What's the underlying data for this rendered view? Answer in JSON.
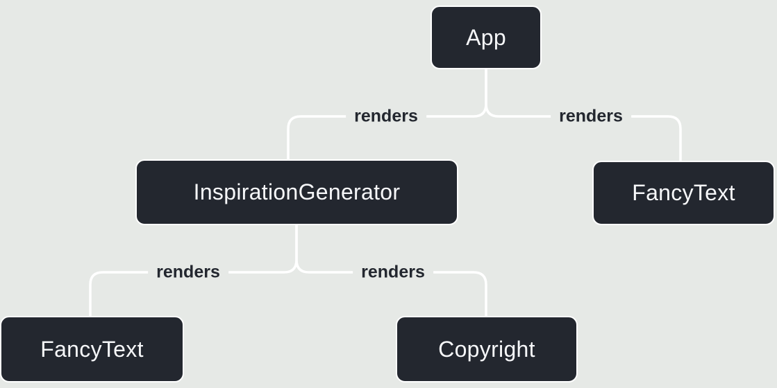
{
  "diagram": {
    "description": "Component render tree diagram",
    "colors": {
      "canvas_bg": "#e6e9e6",
      "node_bg": "#23272f",
      "node_border": "#ffffff",
      "node_text": "#f6f7f9",
      "line": "#ffffff",
      "edge_label_text": "#23272f"
    },
    "nodes": [
      {
        "id": "app",
        "label": "App"
      },
      {
        "id": "inspiration-generator",
        "label": "InspirationGenerator"
      },
      {
        "id": "fancy-text-right",
        "label": "FancyText"
      },
      {
        "id": "fancy-text-left",
        "label": "FancyText"
      },
      {
        "id": "copyright",
        "label": "Copyright"
      }
    ],
    "edges": [
      {
        "from": "App",
        "to": "InspirationGenerator",
        "label": "renders"
      },
      {
        "from": "App",
        "to": "FancyText",
        "label": "renders"
      },
      {
        "from": "InspirationGenerator",
        "to": "FancyText",
        "label": "renders"
      },
      {
        "from": "InspirationGenerator",
        "to": "Copyright",
        "label": "renders"
      }
    ]
  }
}
